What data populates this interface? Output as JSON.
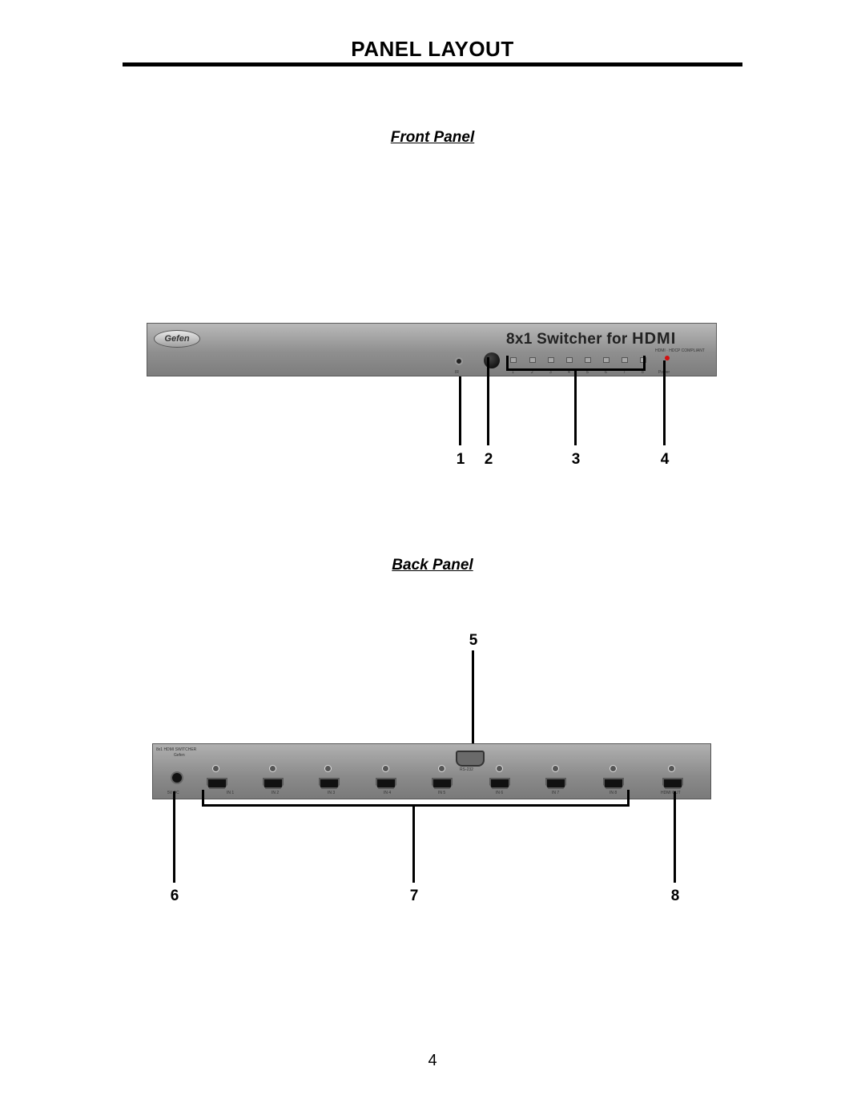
{
  "page": {
    "title": "PANEL LAYOUT",
    "page_number": "4"
  },
  "front_panel": {
    "heading": "Front Panel",
    "device": {
      "logo": "Gefen",
      "product_name_prefix": "8x1 Switcher for ",
      "product_name_brand": "HDMI",
      "compliance_text": "HDMI · HDCP COMPLIANT",
      "ir_label": "IR",
      "led_numbers": [
        "1",
        "2",
        "3",
        "4",
        "5",
        "6",
        "7",
        "8"
      ],
      "power_label": "Power"
    },
    "callouts": [
      "1",
      "2",
      "3",
      "4"
    ]
  },
  "back_panel": {
    "heading": "Back Panel",
    "device": {
      "model_text": "8x1 HDMI SWITCHER",
      "brand_text": "Gefen",
      "dc_label": "5V DC",
      "rs232_label": "RS-232",
      "input_labels": [
        "IN 1",
        "IN 2",
        "IN 3",
        "IN 4",
        "IN 5",
        "IN 6",
        "IN 7",
        "IN 8"
      ],
      "output_label": "HDMI OUT"
    },
    "callouts": [
      "5",
      "6",
      "7",
      "8"
    ]
  },
  "colors": {
    "device_body": "#9a9a9a",
    "power_led": "#d21010",
    "text": "#000000"
  }
}
